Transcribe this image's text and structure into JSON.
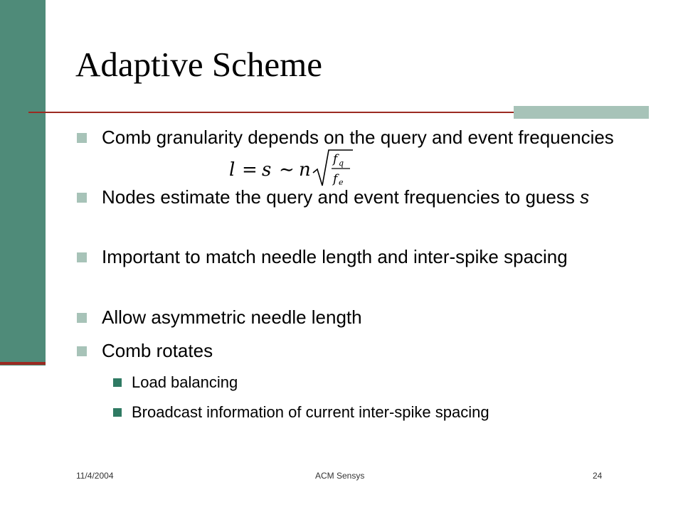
{
  "slide": {
    "title": "Adaptive Scheme",
    "bullets": [
      {
        "text": "Comb granularity depends on the query and event frequencies"
      },
      {
        "text": "Nodes estimate the query and event frequencies to guess ",
        "emph": "s"
      },
      {
        "text": "Important to match needle length and inter-spike spacing"
      },
      {
        "text": "Allow asymmetric needle length"
      },
      {
        "text": "Comb rotates"
      }
    ],
    "sub_bullets": [
      {
        "text": "Load balancing"
      },
      {
        "text": "Broadcast information of current inter-spike spacing"
      }
    ],
    "formula": {
      "l": "l",
      "eq": "=",
      "s": "s",
      "sim": "∼",
      "n": "n",
      "fq_f": "f",
      "fq_sub": "q",
      "fe_f": "f",
      "fe_sub": "e"
    }
  },
  "footer": {
    "date": "11/4/2004",
    "center": "ACM Sensys",
    "page": "24"
  },
  "colors": {
    "sidebar": "#4f8b79",
    "rule": "#9b2a22",
    "accent": "#a7c3b8",
    "sub_bullet": "#2f7a63"
  }
}
